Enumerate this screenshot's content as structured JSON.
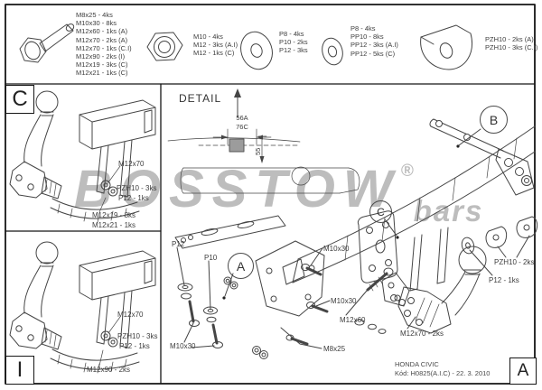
{
  "watermark": {
    "brand": "BOSSTOW",
    "registered": "®",
    "suffix": "bars"
  },
  "parts_legend": {
    "bolts": {
      "icon": "hex-bolt-icon",
      "lines": [
        "M8x25 - 4ks",
        "M10x30 - 8ks",
        "M12x60 - 1ks (A)",
        "M12x70 - 2ks (A)",
        "M12x70 - 1ks (C.I)",
        "M12x90 - 2ks (I)",
        "M12x19 - 3ks (C)",
        "M12x21 - 1ks (C)"
      ]
    },
    "nuts": {
      "icon": "hex-nut-icon",
      "lines": [
        "M10 - 4ks",
        "M12 - 3ks (A.I)",
        "M12 - 1ks (C)"
      ]
    },
    "washers_flat": {
      "icon": "flat-washer-icon",
      "lines": [
        "P8 - 4ks",
        "P10 - 2ks",
        "P12 - 3ks"
      ]
    },
    "washers_small": {
      "icon": "small-washer-icon",
      "lines": [
        "P8 - 4ks",
        "PP10 - 8ks",
        "PP12 - 3ks (A.I)",
        "PP12 - 5ks (C)"
      ]
    },
    "plates": {
      "icon": "pzh-plate-icon",
      "lines": [
        "PZH10 - 2ks (A)",
        "PZH10 - 3ks (C.I)"
      ]
    }
  },
  "panel_c": {
    "corner_label": "C",
    "callouts": {
      "c1": "M12x70",
      "c2": "PZH10 - 3ks",
      "c3": "P12 - 1ks",
      "c4": "M12x19 - 3ks",
      "c5": "M12x21 - 1ks"
    }
  },
  "panel_i": {
    "corner_label": "I",
    "callouts": {
      "c1": "M12x70",
      "c2": "PZH10 - 3ks",
      "c3": "P12 - 1ks",
      "c4": "M12x90 - 2ks"
    }
  },
  "main_view": {
    "detail": {
      "title": "DETAIL",
      "dim_width_a": "56A",
      "dim_width_c": "76C",
      "dim_height": "55"
    },
    "balloons": {
      "a": "A",
      "b": "B",
      "c": "C"
    },
    "callouts": {
      "p12": "P12",
      "p10": "P10",
      "m10x30_top": "M10x30",
      "m10x30_mid": "M10x30",
      "m10x30_left": "M10x30",
      "m12x60": "M12x60",
      "m8x25": "M8x25",
      "m12x70": "M12x70 - 2ks",
      "pzh10": "PZH10 - 2ks",
      "p12_right": "P12 - 1ks"
    }
  },
  "title_block": {
    "vehicle": "HONDA CIVIC",
    "code": "Kód: H0825(A.I.C) - 22. 3. 2010",
    "revision": "A"
  }
}
